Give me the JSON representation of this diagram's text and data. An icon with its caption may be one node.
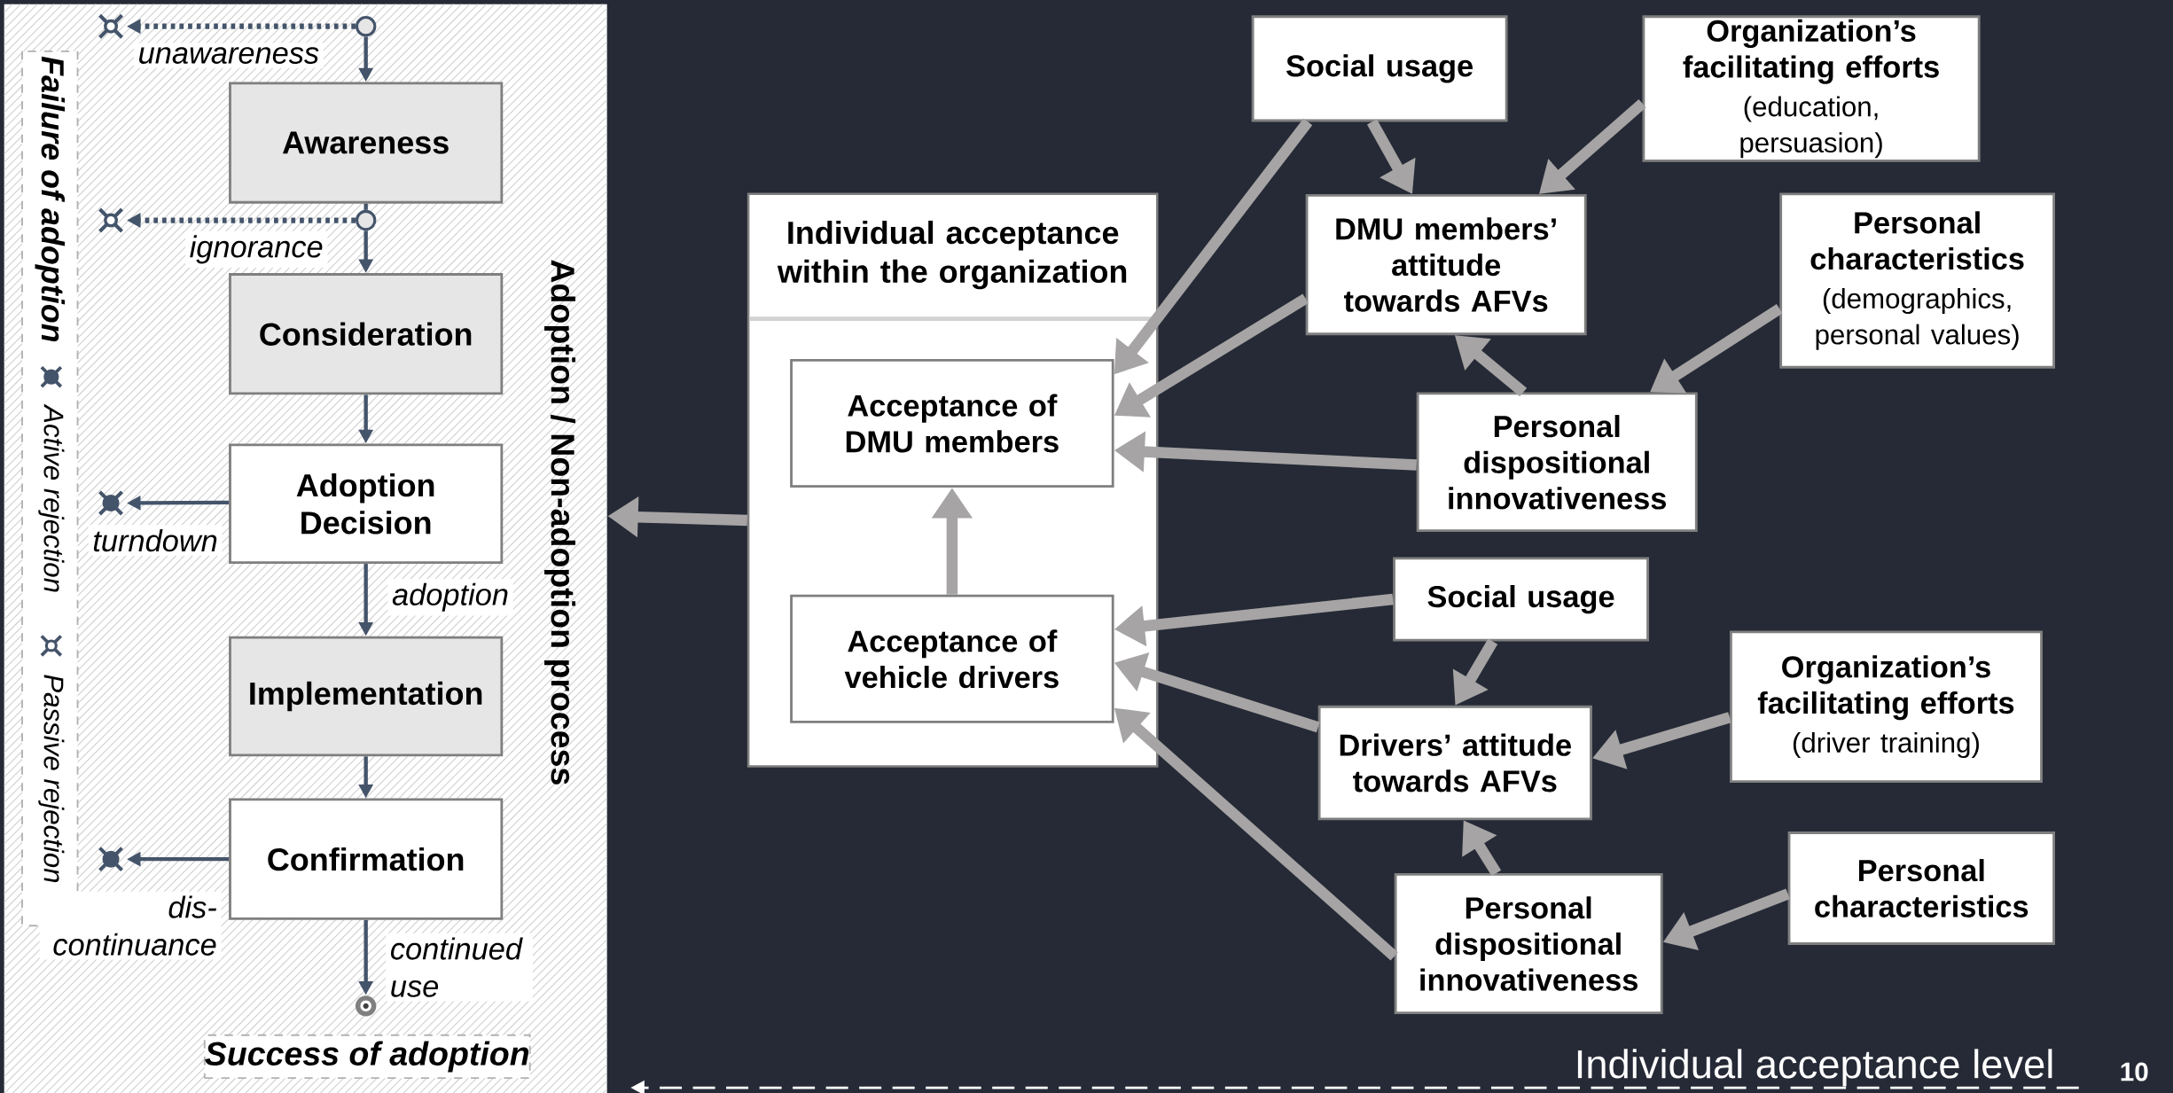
{
  "diagram": {
    "nodes": [
      {
        "text": [
          "Adoption / Non-adoption process"
        ]
      },
      {
        "text": [],
        "shape": "circle",
        "in": 0
      },
      {
        "text": [],
        "shape": "cross",
        "in": 0
      },
      {
        "text": [
          "Awareness"
        ],
        "in": 0
      },
      {
        "text": [],
        "shape": "circle",
        "in": 0
      },
      {
        "text": [],
        "shape": "cross",
        "in": 0
      },
      {
        "text": [
          "Consideration"
        ],
        "in": 0
      },
      {
        "text": [
          "Adoption Decision"
        ],
        "in": 0
      },
      {
        "text": [],
        "shape": "cross",
        "in": 0
      },
      {
        "text": [
          "Implementation"
        ],
        "in": 0
      },
      {
        "text": [
          "Confirmation"
        ],
        "in": 0
      },
      {
        "text": [],
        "shape": "cross",
        "in": 0
      },
      {
        "text": [],
        "shape": "circle",
        "in": 0
      },
      {
        "text": [
          "Success of adoption"
        ],
        "in": 0
      },
      {
        "text": [
          "Individual acceptance within the organization"
        ]
      },
      {
        "text": [
          "Acceptance of DMU members"
        ],
        "in": 14
      },
      {
        "text": [
          "Acceptance of vehicle drivers"
        ],
        "in": 14
      },
      {
        "text": [
          "Social usage"
        ]
      },
      {
        "text": [
          "Organization’s facilitating efforts",
          "(education, persuasion)"
        ]
      },
      {
        "text": [
          "DMU members’ attitude towards AFVs"
        ]
      },
      {
        "text": [
          "Personal characteristics",
          "(demographics, personal values)"
        ]
      },
      {
        "text": [
          "Personal dispositional innovativeness"
        ]
      },
      {
        "text": [
          "Social usage"
        ]
      },
      {
        "text": [
          "Organization’s facilitating efforts",
          "(driver training)"
        ]
      },
      {
        "text": [
          "Drivers’ attitude towards AFVs"
        ]
      },
      {
        "text": [
          "Personal characteristics"
        ]
      },
      {
        "text": [
          "Personal dispositional innovativeness"
        ]
      }
    ],
    "edges": [
      {
        "from": 1,
        "to": 3,
        "arrow": "to",
        "color": "#44546a"
      },
      {
        "from": 1,
        "to": 2,
        "arrow": "to",
        "color": "#44546a",
        "style": "dashed",
        "label": "unawareness"
      },
      {
        "from": 3,
        "to": 4,
        "arrow": "none",
        "color": "#44546a"
      },
      {
        "from": 4,
        "to": 6,
        "arrow": "to",
        "color": "#44546a"
      },
      {
        "from": 4,
        "to": 5,
        "arrow": "to",
        "color": "#44546a",
        "style": "dashed",
        "label": "ignorance"
      },
      {
        "from": 6,
        "to": 7,
        "arrow": "to",
        "color": "#44546a"
      },
      {
        "from": 7,
        "to": 8,
        "arrow": "to",
        "color": "#44546a",
        "label": "turndown"
      },
      {
        "from": 7,
        "to": 9,
        "arrow": "to",
        "color": "#44546a",
        "label": "adoption"
      },
      {
        "from": 9,
        "to": 10,
        "arrow": "to",
        "color": "#44546a"
      },
      {
        "from": 10,
        "to": 11,
        "arrow": "to",
        "color": "#44546a",
        "label": "dis- continuance"
      },
      {
        "from": 10,
        "to": 12,
        "arrow": "to",
        "color": "#44546a",
        "label": "continued use"
      },
      {
        "from": 14,
        "to": 0,
        "arrow": "to"
      },
      {
        "from": 16,
        "to": 15,
        "arrow": "to"
      },
      {
        "from": 17,
        "to": 15,
        "arrow": "to"
      },
      {
        "from": 17,
        "to": 19,
        "arrow": "to"
      },
      {
        "from": 18,
        "to": 19,
        "arrow": "to"
      },
      {
        "from": 19,
        "to": 15,
        "arrow": "to"
      },
      {
        "from": 20,
        "to": 21,
        "arrow": "to"
      },
      {
        "from": 21,
        "to": 19,
        "arrow": "to"
      },
      {
        "from": 21,
        "to": 15,
        "arrow": "to"
      },
      {
        "from": 22,
        "to": 16,
        "arrow": "to"
      },
      {
        "from": 22,
        "to": 24,
        "arrow": "to"
      },
      {
        "from": 23,
        "to": 24,
        "arrow": "to"
      },
      {
        "from": 24,
        "to": 16,
        "arrow": "to"
      },
      {
        "from": 25,
        "to": 26,
        "arrow": "to"
      },
      {
        "from": 26,
        "to": 24,
        "arrow": "to"
      },
      {
        "from": 26,
        "to": 16,
        "arrow": "to"
      }
    ],
    "labels": [
      "Failure of adoption",
      "Individual acceptance level",
      "10"
    ],
    "legend": [
      {
        "text": "Active rejection"
      },
      {
        "text": "Passive rejection"
      }
    ]
  }
}
